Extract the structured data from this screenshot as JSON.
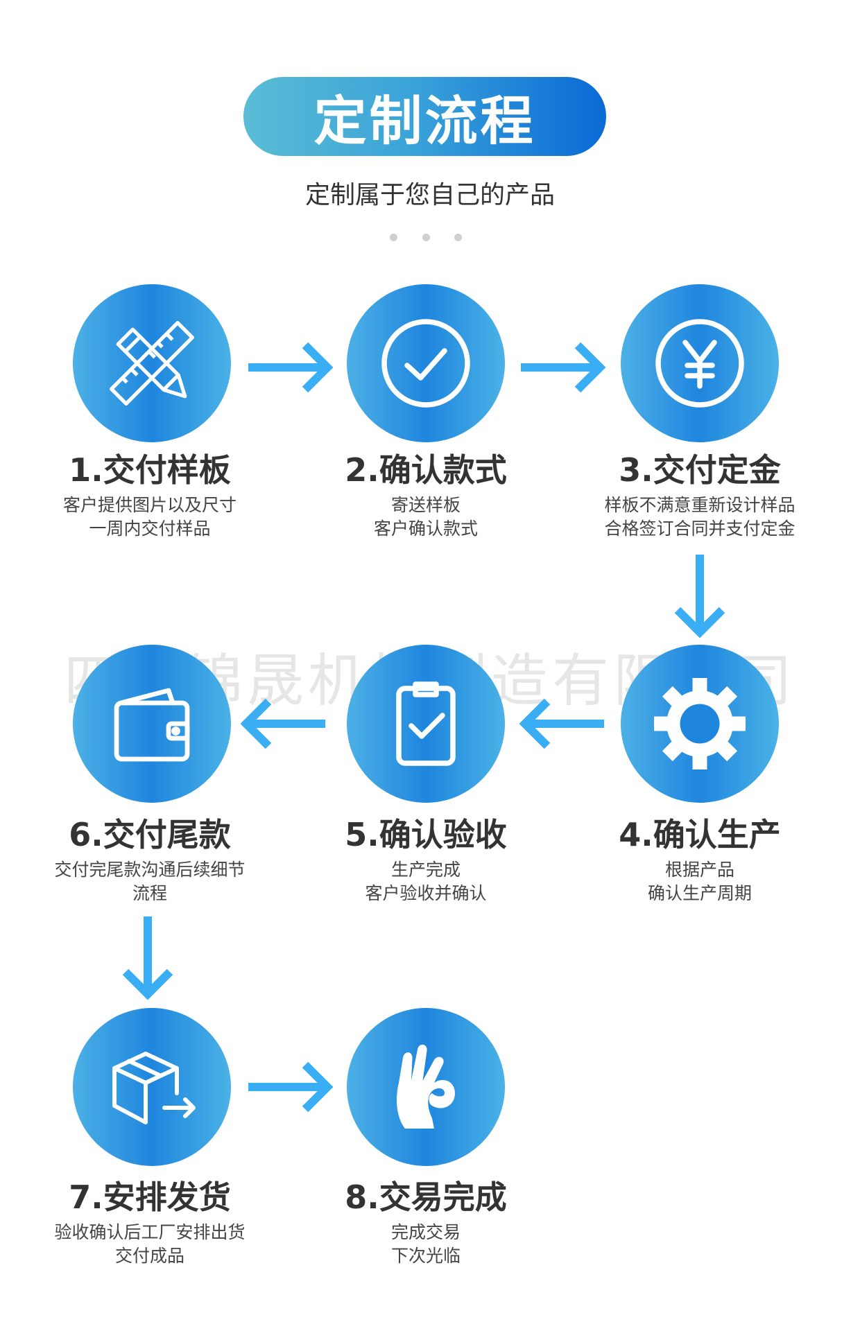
{
  "header": {
    "title": "定制流程",
    "subtitle": "定制属于您自己的产品"
  },
  "watermark": "四川锦晟机械制造有限公司",
  "colors": {
    "accent": "#1f86de",
    "arrow": "#3aaef5"
  },
  "steps": [
    {
      "title": "1.交付样板",
      "line1": "客户提供图片以及尺寸",
      "line2": "一周内交付样品",
      "icon": "ruler-pencil-icon"
    },
    {
      "title": "2.确认款式",
      "line1": "寄送样板",
      "line2": "客户确认款式",
      "icon": "check-circle-icon"
    },
    {
      "title": "3.交付定金",
      "line1": "样板不满意重新设计样品",
      "line2": "合格签订合同并支付定金",
      "icon": "yen-circle-icon"
    },
    {
      "title": "4.确认生产",
      "line1": "根据产品",
      "line2": "确认生产周期",
      "icon": "gear-icon"
    },
    {
      "title": "5.确认验收",
      "line1": "生产完成",
      "line2": "客户验收并确认",
      "icon": "clipboard-check-icon"
    },
    {
      "title": "6.交付尾款",
      "line1": "交付完尾款沟通后续细节",
      "line2": "流程",
      "icon": "wallet-icon"
    },
    {
      "title": "7.安排发货",
      "line1": "验收确认后工厂安排出货",
      "line2": "交付成品",
      "icon": "box-shipping-icon"
    },
    {
      "title": "8.交易完成",
      "line1": "完成交易",
      "line2": "下次光临",
      "icon": "ok-hand-icon"
    }
  ]
}
